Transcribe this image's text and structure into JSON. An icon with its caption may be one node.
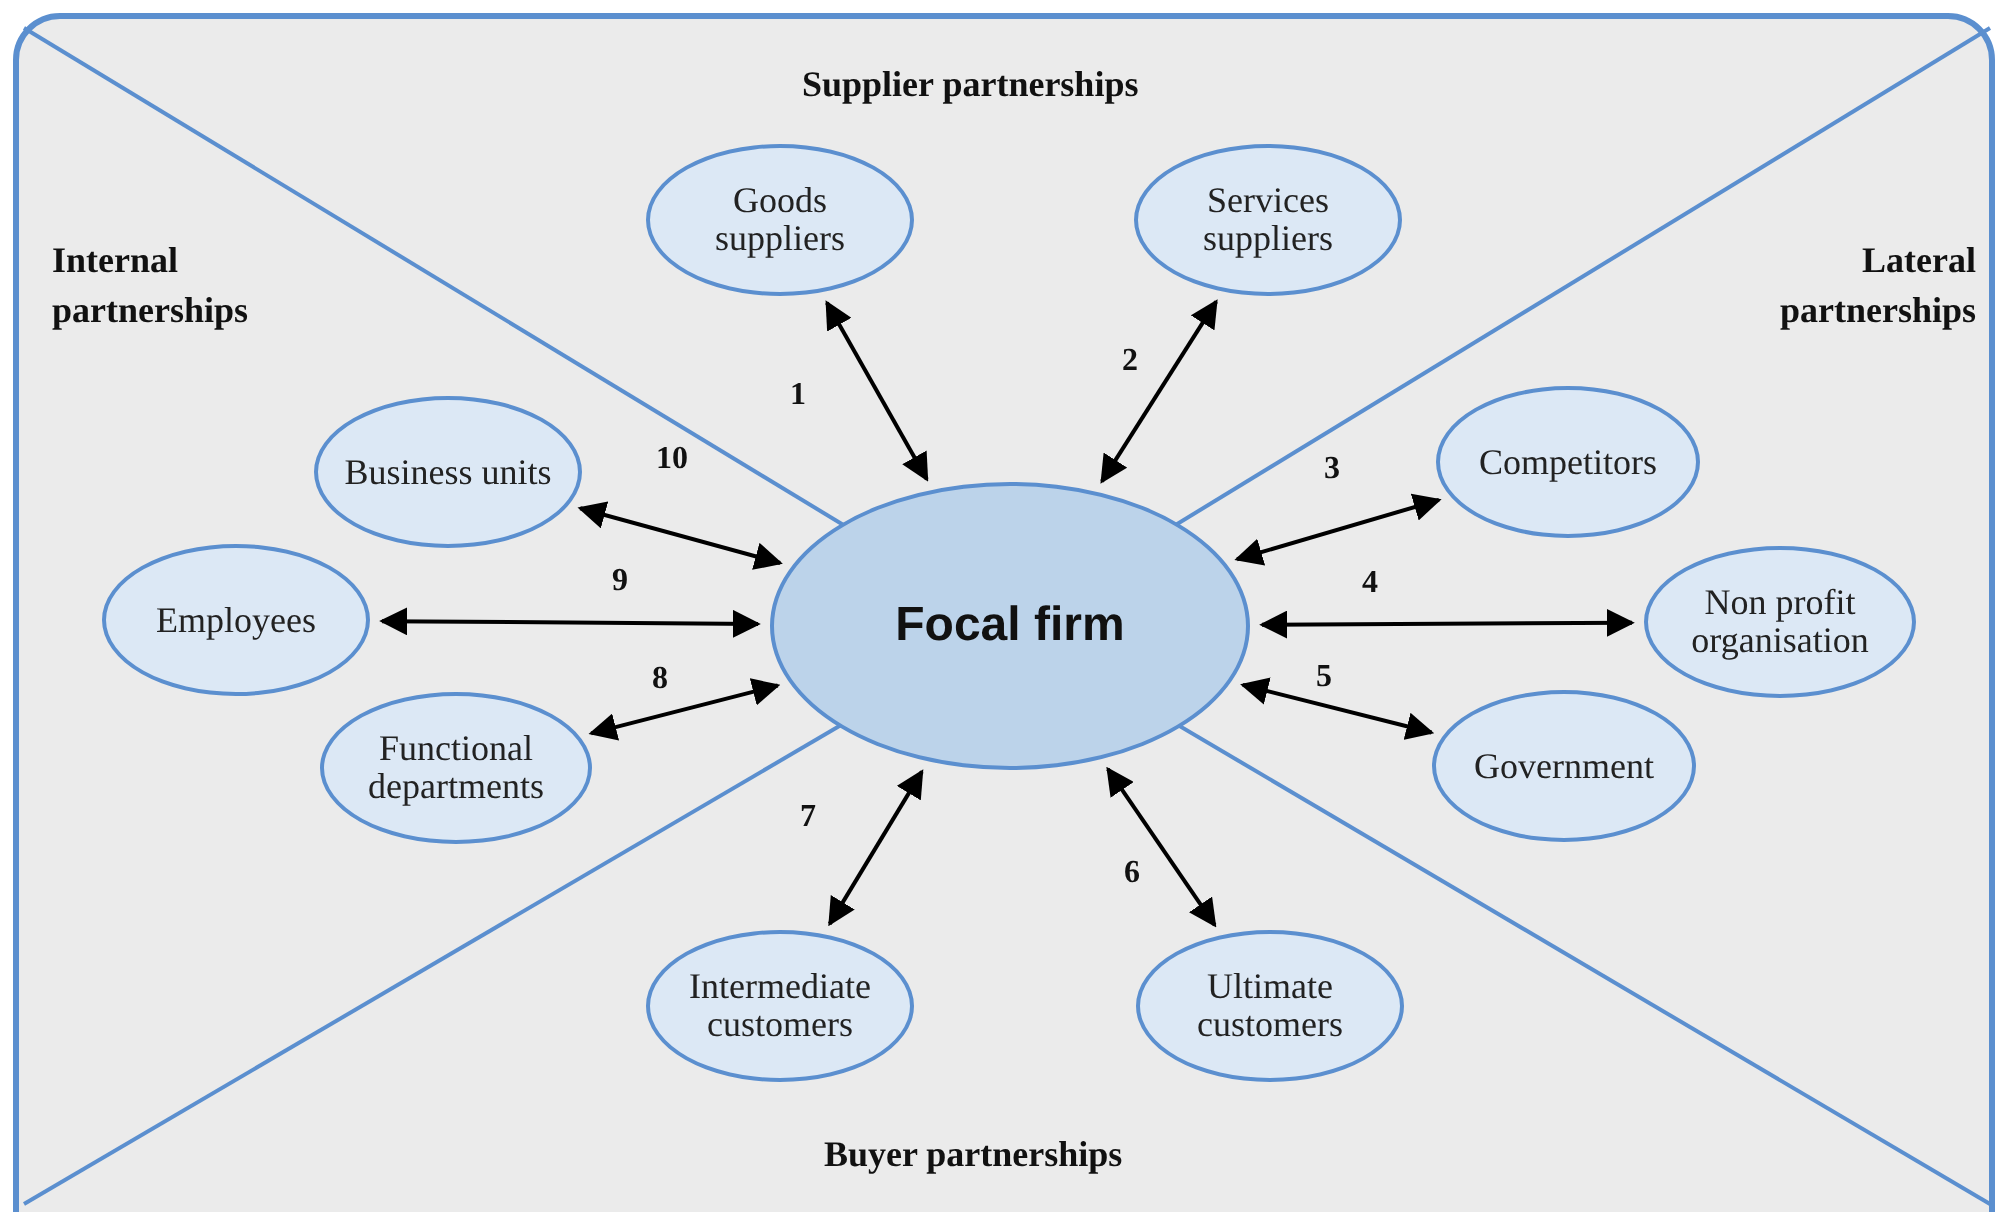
{
  "diagram": {
    "nodes": [
      {
        "text": [
          "Goods suppliers"
        ]
      },
      {
        "text": [
          "Services suppliers"
        ]
      },
      {
        "text": [
          "Business units"
        ]
      },
      {
        "text": [
          "Competitors"
        ]
      },
      {
        "text": [
          "Employees"
        ]
      },
      {
        "text": [
          "Focal firm"
        ]
      },
      {
        "text": [
          "Non profit organisation"
        ]
      },
      {
        "text": [
          "Functional departments"
        ]
      },
      {
        "text": [
          "Government"
        ]
      },
      {
        "text": [
          "Intermediate customers"
        ]
      },
      {
        "text": [
          "Ultimate customers"
        ]
      }
    ],
    "edges": [
      {
        "from": 0,
        "to": 5,
        "arrow": "both",
        "label": "1"
      },
      {
        "from": 1,
        "to": 5,
        "arrow": "both",
        "label": "2"
      },
      {
        "from": 3,
        "to": 5,
        "arrow": "both",
        "label": "3"
      },
      {
        "from": 6,
        "to": 5,
        "arrow": "both",
        "label": "4"
      },
      {
        "from": 8,
        "to": 5,
        "arrow": "both",
        "label": "5"
      },
      {
        "from": 10,
        "to": 5,
        "arrow": "both",
        "label": "6"
      },
      {
        "from": 9,
        "to": 5,
        "arrow": "both",
        "label": "7"
      },
      {
        "from": 7,
        "to": 5,
        "arrow": "both",
        "label": "8"
      },
      {
        "from": 4,
        "to": 5,
        "arrow": "both",
        "label": "9"
      },
      {
        "from": 2,
        "to": 5,
        "arrow": "both",
        "label": "10"
      }
    ],
    "labels": [
      "Supplier partnerships",
      "Internal partnerships",
      "Lateral partnerships",
      "Buyer partnerships"
    ]
  }
}
